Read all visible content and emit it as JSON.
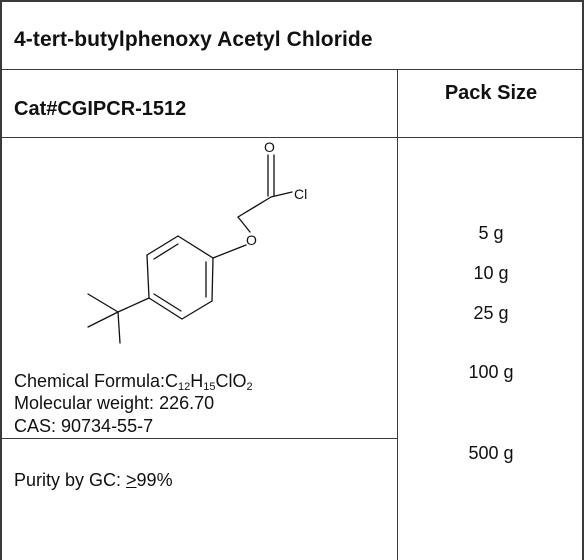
{
  "product": {
    "title": "4-tert-butylphenoxy Acetyl Chloride",
    "catalog": "Cat#CGIPCR-1512"
  },
  "pack": {
    "header": "Pack Size",
    "sizes": [
      "5 g",
      "10 g",
      "25 g",
      "100 g",
      "500 g"
    ]
  },
  "structure": {
    "atoms": {
      "oxygen_carbonyl": "O",
      "chlorine": "Cl",
      "oxygen_ether": "O"
    }
  },
  "details": {
    "formula_label": "Chemical Formula:",
    "formula": {
      "c": "C",
      "c_n": "12",
      "h": "H",
      "h_n": "15",
      "rest": "ClO",
      "o_n": "2"
    },
    "mw": "Molecular weight: 226.70",
    "cas": "CAS: 90734-55-7"
  },
  "purity": {
    "label": "Purity by GC: ",
    "op": ">",
    "value": "99%"
  }
}
